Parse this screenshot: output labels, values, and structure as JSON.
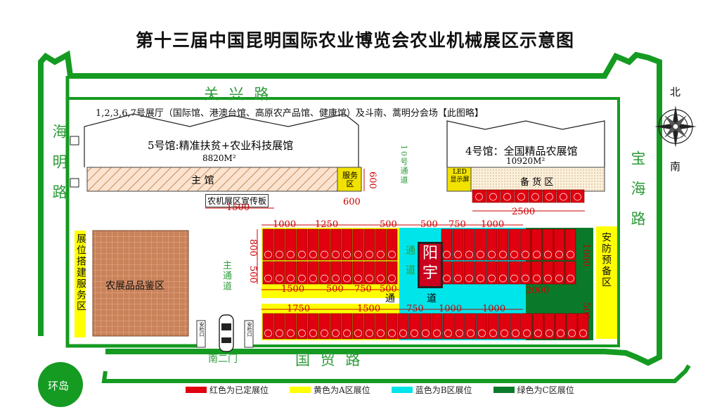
{
  "title": "第十三届中国昆明国际农业博览会农业机械展区示意图",
  "roads": {
    "north": "关  兴  路",
    "south": "国  贸  路",
    "west": "海明路",
    "east": "宝海路"
  },
  "compass": {
    "north": "北",
    "south": "南"
  },
  "note_halls": "1,2,3,6,7号展厅（国际馆、港澳台馆、高原农产品馆、健康馆）及斗南、蒿明分会场【此图略】",
  "hall5": {
    "name": "5号馆:精准扶贫+农业科技展馆",
    "area": "8820M²",
    "main": "主   馆"
  },
  "hall4": {
    "name": "4号馆：全国精品农展馆",
    "area": "10920M²",
    "spare": "备 货 区"
  },
  "service_zone": "服务区",
  "led": "LED显示屏",
  "board": "农机展区宣传板",
  "passage10": "10号通道",
  "main_passage": "主通道",
  "passage_labels": [
    "通",
    "道",
    "通",
    "道"
  ],
  "booth_service": "展位搭建服务区",
  "security_reserve": "安防预备区",
  "tasting": "农展品品鉴区",
  "checkpoint": "安检口",
  "gate": "南二门",
  "roundabout": "环岛",
  "yangyu": "阳宇",
  "dims": {
    "d600a": "600",
    "d600b": "600",
    "d1500a": "1500",
    "d2500": "2500",
    "d1000a": "1000",
    "d1250": "1250",
    "d500a": "500",
    "d500b": "500",
    "d750a": "750",
    "d1000b": "1000",
    "d800": "800",
    "d500c": "500",
    "d1500b": "1500",
    "d500d": "500",
    "d750b": "750",
    "d500e": "500",
    "d2000": "2000",
    "d1750": "1750",
    "d1500c": "1500",
    "d750c": "750",
    "d1000c": "1000",
    "d1000d": "1000",
    "d1000e": "1000",
    "d500f": "500"
  },
  "legend": [
    {
      "label": "红色为已定展位",
      "color": "#e0000f"
    },
    {
      "label": "黄色为A区展位",
      "color": "#ffff00"
    },
    {
      "label": "蓝色为B区展位",
      "color": "#00e5ea"
    },
    {
      "label": "绿色为C区展位",
      "color": "#0a7a2a"
    }
  ],
  "colors": {
    "wall": "#159b22",
    "booked": "#e0000f",
    "zoneA": "#ffff00",
    "zoneB": "#00e5ea",
    "zoneC": "#0a7a2a",
    "road_text": "#2e9b3a"
  }
}
